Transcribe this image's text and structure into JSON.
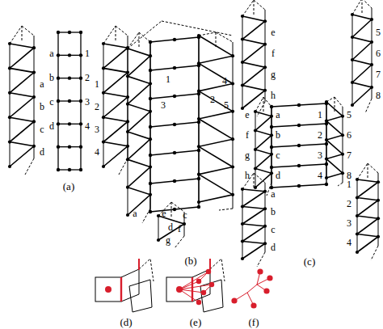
{
  "diagram": {
    "labels": [
      "a",
      "b",
      "c",
      "d",
      "a",
      "b",
      "c",
      "d",
      "1",
      "2",
      "3",
      "4",
      "1",
      "2",
      "3",
      "4",
      "(a)",
      "1",
      "4",
      "3",
      "2",
      "5",
      "a",
      "e",
      "c",
      "d",
      "f",
      "g",
      "(b)",
      "e",
      "f",
      "g",
      "h",
      "e",
      "f",
      "g",
      "h",
      "a",
      "b",
      "c",
      "d",
      "1",
      "2",
      "3",
      "4",
      "5",
      "6",
      "7",
      "8",
      "5",
      "6",
      "7",
      "8",
      "a",
      "b",
      "c",
      "d",
      "1",
      "2",
      "3",
      "4",
      "(c)",
      "(d)",
      "(e)",
      "(f)"
    ]
  }
}
